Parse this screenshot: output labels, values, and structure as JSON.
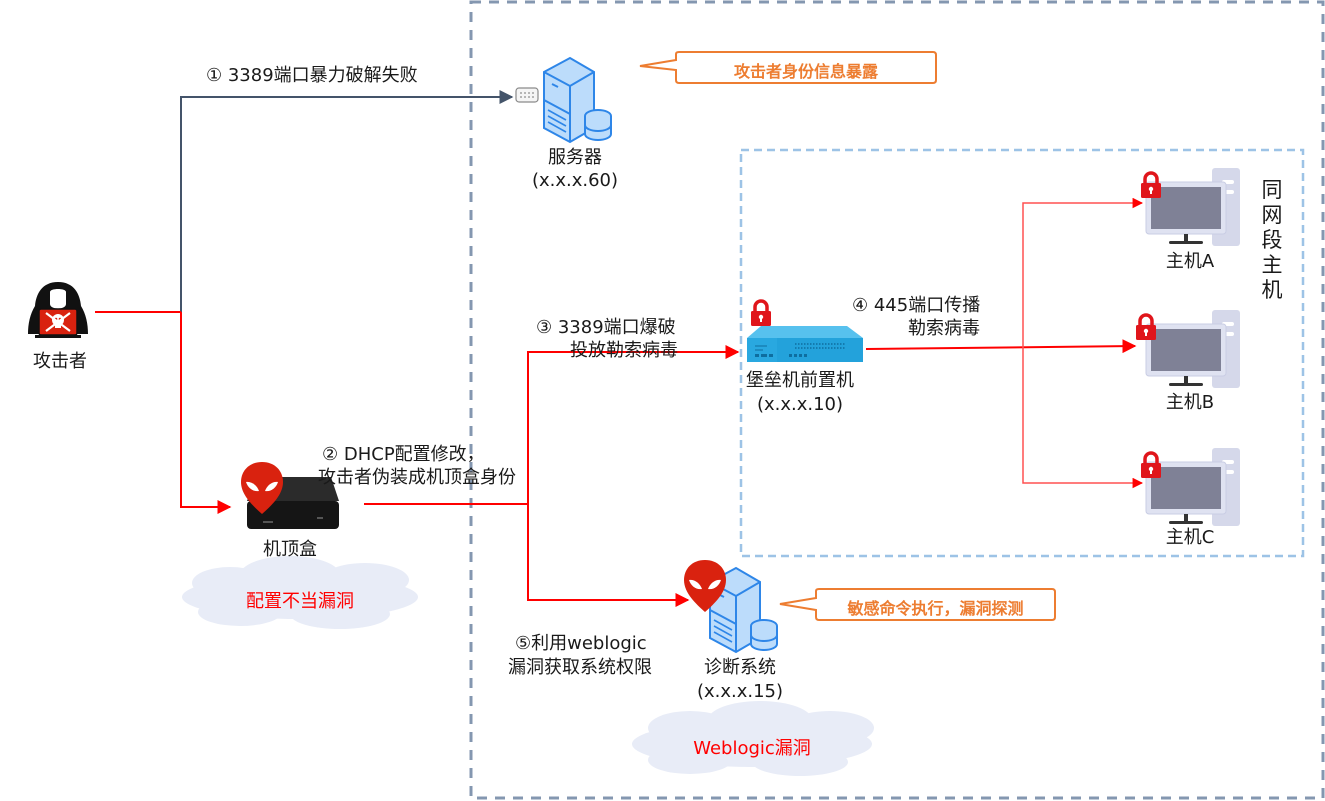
{
  "colors": {
    "attack_line": "#ff0000",
    "normal_line": "#44546a",
    "zone_border": "#8497b0",
    "subzone_border": "#9dc3e6",
    "callout": "#ed7d31",
    "cloud": "#e8ecf7",
    "vuln_text": "#ff0000",
    "lock": "#e0151b",
    "alien": "#d9220f",
    "server_blue": "#4a9eef"
  },
  "nodes": {
    "attacker": {
      "label": "攻击者",
      "icon": "hacker-icon"
    },
    "server": {
      "label": "服务器",
      "ip": "(x.x.x.60)",
      "icon": "server-icon"
    },
    "settop_box": {
      "label": "机顶盒",
      "icon": "set-top-box-icon"
    },
    "bastion": {
      "label": "堡垒机前置机",
      "ip": "(x.x.x.10)",
      "icon": "firewall-appliance-icon"
    },
    "diag": {
      "label": "诊断系统",
      "ip": "(x.x.x.15)",
      "icon": "server-icon"
    },
    "hosts": [
      {
        "label": "主机A",
        "icon": "desktop-computer-icon"
      },
      {
        "label": "主机B",
        "icon": "desktop-computer-icon"
      },
      {
        "label": "主机C",
        "icon": "desktop-computer-icon"
      }
    ]
  },
  "steps": {
    "s1": "① 3389端口暴力破解失败",
    "s2_line1": "② DHCP配置修改，",
    "s2_line2": "攻击者伪装成机顶盒身份",
    "s3_line1": "③ 3389端口爆破",
    "s3_line2": "投放勒索病毒",
    "s4_line1": "④  445端口传播",
    "s4_line2": "勒索病毒",
    "s5_line1": "⑤利用weblogic",
    "s5_line2": "漏洞获取系统权限"
  },
  "callouts": {
    "identity_exposed": "攻击者身份信息暴露",
    "command_exec": "敏感命令执行，漏洞探测"
  },
  "clouds": {
    "misconfig": "配置不当漏洞",
    "weblogic": "Weblogic漏洞"
  },
  "zones": {
    "same_segment": "同网段主机"
  }
}
